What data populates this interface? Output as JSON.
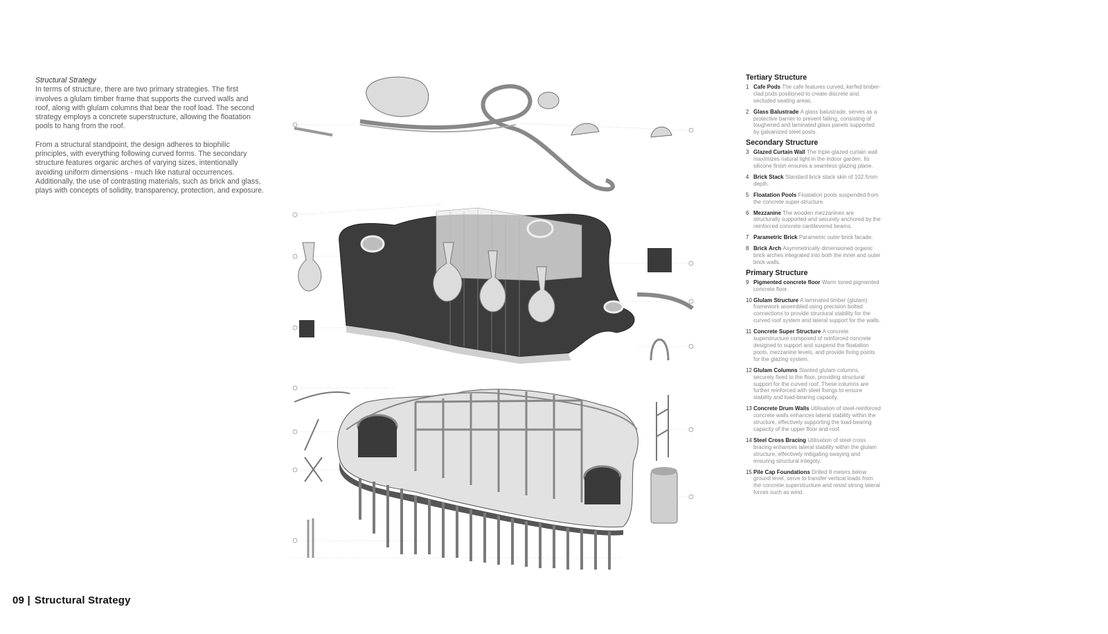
{
  "intro": {
    "heading": "Structural Strategy",
    "paragraph1": "In terms of structure, there are two primary strategies. The first involves a glulam timber frame that supports the curved walls and roof, along with glulam columns that bear the roof load. The second strategy employs a concrete superstructure, allowing the floatation pools to hang from the roof.",
    "paragraph2": "From a structural standpoint, the design adheres to biophilic principles, with everything following curved forms. The secondary structure features organic arches of varying sizes, intentionally avoiding uniform dimensions - much like natural occurrences. Additionally, the use of contrasting materials, such as brick and glass, plays with concepts of solidity, transparency, protection, and exposure."
  },
  "footer": {
    "page_number": "09 |",
    "title": "Structural Strategy"
  },
  "legend": [
    {
      "title": "Tertiary Structure",
      "items": [
        {
          "num": "1",
          "name": "Cafe Pods",
          "desc": "The cafe features curved, kerfed timber-clad pods positioned to create discrete and secluded seating areas."
        },
        {
          "num": "2",
          "name": "Glass Balustrade",
          "desc": "A glass balustrade, serves as a protective barrier to prevent falling, consisting of toughened and laminated glass panels supported by galvanized steel posts."
        }
      ]
    },
    {
      "title": "Secondary Structure",
      "items": [
        {
          "num": "3",
          "name": "Glazed Curtain Wall",
          "desc": "The triple-glazed curtain wall maximizes natural light in the indoor garden. Its silicone finish ensures a seamless glazing plane."
        },
        {
          "num": "4",
          "name": "Brick Stack",
          "desc": "Standard brick stack skin of 102.5mm depth."
        },
        {
          "num": "5",
          "name": "Floatation Pools",
          "desc": "Floatation pools suspended from the concrete super-structure."
        },
        {
          "num": "6",
          "name": "Mezzanine",
          "desc": "The wooden mezzanines are structurally supported and securely anchored by the reinforced concrete cantilevered beams."
        },
        {
          "num": "7",
          "name": "Parametric Brick",
          "desc": "Parametric outer brick facade."
        },
        {
          "num": "8",
          "name": "Brick Arch",
          "desc": "Asymmetrically dimensioned organic brick arches integrated into both the inner and outer brick walls."
        }
      ]
    },
    {
      "title": "Primary Structure",
      "items": [
        {
          "num": "9",
          "name": "Pigmented concrete floor",
          "desc": "Warm toned pigmented concrete floor."
        },
        {
          "num": "10",
          "name": "Glulam Structure",
          "desc": "A laminated timber (glulam) framework assembled using precision bolted connections to provide structural stability for the curved roof system and lateral support for the walls."
        },
        {
          "num": "11",
          "name": "Concrete Super Structure",
          "desc": "A concrete superstructure composed of reinforced concrete designed to support and suspend the floatation pools, mezzanine levels, and provide fixing points for the glazing system."
        },
        {
          "num": "12",
          "name": "Glulam Columns",
          "desc": "Slanted glulam columns, securely fixed to the floor, providing structural support for the curved roof. These columns are further reinforced with steel fixings to ensure stability and load-bearing capacity."
        },
        {
          "num": "13",
          "name": "Concrete Drum Walls",
          "desc": "Utilisation of steel-reinforced concrete walls enhances lateral stability within the structure, effectively supporting the load-bearing capacity of the upper floor and roof."
        },
        {
          "num": "14",
          "name": "Steel Cross Bracing",
          "desc": "Utilisation of steel cross bracing enhances lateral stability within the glulam structure, effectively mitigating swaying and ensuring structural integrity."
        },
        {
          "num": "15",
          "name": "Pile Cap Foundations",
          "desc": "Drilled 8 meters below ground level, serve to transfer vertical loads from the concrete superstructure and resist strong lateral forces such as wind."
        }
      ]
    }
  ],
  "colors": {
    "fill_dark": "#3a3a3a",
    "fill_light": "#e0e0e0",
    "line": "#777777",
    "leader": "#cccccc"
  }
}
